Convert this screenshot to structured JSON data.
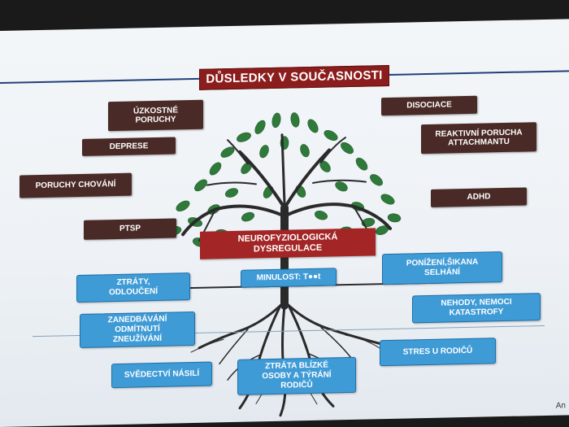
{
  "title": "DŮSLEDKY V SOUČASNOSTI",
  "consequences": {
    "uzkostne": "ÚZKOSTNÉ\nPORUCHY",
    "deprese": "DEPRESE",
    "poruchy_chovani": "PORUCHY CHOVÁNÍ",
    "ptsp": "PTSP",
    "disociace": "DISOCIACE",
    "reaktivni": "REAKTIVNÍ PORUCHA\nATTACHMANTU",
    "adhd": "ADHD"
  },
  "neuro": "NEUROFYZIOLOGICKÁ\nDYSREGULACE",
  "minulost": "MINULOST: T●●t",
  "causes": {
    "ztraty": "ZTRÁTY,\nODLOUČENÍ",
    "zanedbavani": "ZANEDBÁVÁNÍ\nODMÍTNUTÍ\nZNEUŽÍVÁNÍ",
    "svedectvi": "SVĚDECTVÍ NÁSILÍ",
    "ztrata_blizke": "ZTRÁTA BLÍZKÉ\nOSOBY A TÝRÁNÍ\nRODIČŮ",
    "ponizeni": "PONÍŽENÍ,ŠIKANA\nSELHÁNÍ",
    "nehody": "NEHODY, NEMOCI\nKATASTROFY",
    "stres": "STRES U RODIČŮ"
  },
  "corner_text": "An",
  "colors": {
    "title_bg": "#8c1d1d",
    "dark_box": "#4a2a26",
    "blue_box": "#3f9bd6",
    "tree_green": "#2f7a3a",
    "trunk": "#2a2a2a"
  }
}
